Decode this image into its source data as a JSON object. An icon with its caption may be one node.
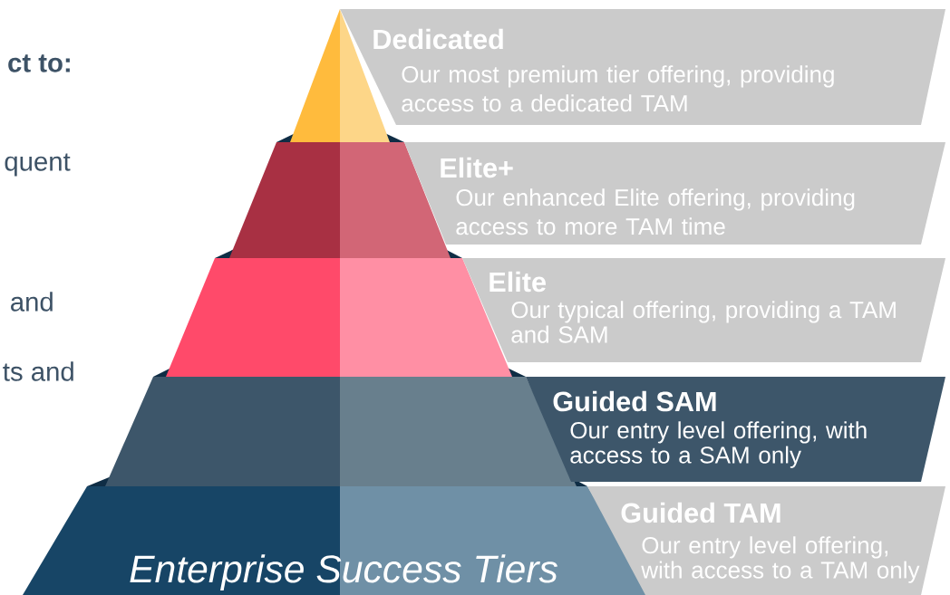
{
  "diagram": {
    "nodes": [
      {
        "text": [
          "Dedicated",
          "Our most premium tier offering, providing access to a dedicated TAM"
        ]
      },
      {
        "text": [
          "Elite+",
          "Our enhanced Elite offering, providing access to more TAM time"
        ]
      },
      {
        "text": [
          "Elite",
          "Our typical offering, providing a TAM and SAM"
        ]
      },
      {
        "text": [
          "Guided SAM",
          "Our entry level offering, with access to a SAM only"
        ]
      },
      {
        "text": [
          "Guided TAM",
          "Our entry level offering, with access to a TAM only"
        ]
      }
    ],
    "labels": [
      "ct to:",
      "quent",
      "and",
      "ts and",
      "Enterprise Success Tiers"
    ]
  }
}
